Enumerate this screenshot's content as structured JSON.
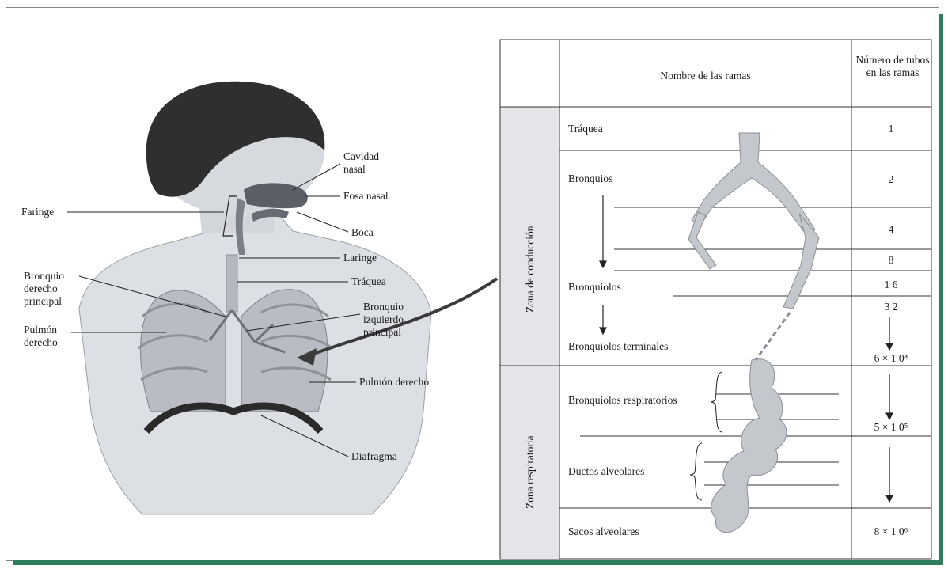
{
  "anatomy": {
    "labels": {
      "faringe": "Faringe",
      "cavidad_nasal": "Cavidad nasal",
      "fosa_nasal": "Fosa nasal",
      "boca": "Boca",
      "laringe": "Laringe",
      "traquea": "Tráquea",
      "bronquio_derecho": "Bronquio derecho principal",
      "bronquio_izquierdo": "Bronquio izquierdo principal",
      "pulmon_derecho_left": "Pulmón derecho",
      "pulmon_derecho_right": "Pulmón derecho",
      "diafragma": "Diafragma"
    }
  },
  "table": {
    "header_name": "Nombre de las ramas",
    "header_count": "Número de tubos en las ramas",
    "zone_conduction": "Zona de conducción",
    "zone_respiratory": "Zona respiratoria",
    "rows": [
      {
        "name": "Tráquea",
        "count": "1"
      },
      {
        "name": "Bronquios",
        "count": "2"
      },
      {
        "name": "",
        "count": "4"
      },
      {
        "name": "",
        "count": "8"
      },
      {
        "name": "Bronquiolos",
        "count": "1 6"
      },
      {
        "name": "",
        "count": "3 2"
      },
      {
        "name": "Bronquiolos terminales",
        "count": "6 × 1 0⁴"
      },
      {
        "name": "Bronquiolos respiratorios",
        "count": "5 × 1 0⁵"
      },
      {
        "name": "Ductos alveolares",
        "count": ""
      },
      {
        "name": "Sacos alveolares",
        "count": "8 × 1 0⁶"
      }
    ]
  },
  "colors": {
    "accent_green": "#2e7d5c",
    "body_gray": "#c9ccd0",
    "hair": "#2b2b2b"
  }
}
